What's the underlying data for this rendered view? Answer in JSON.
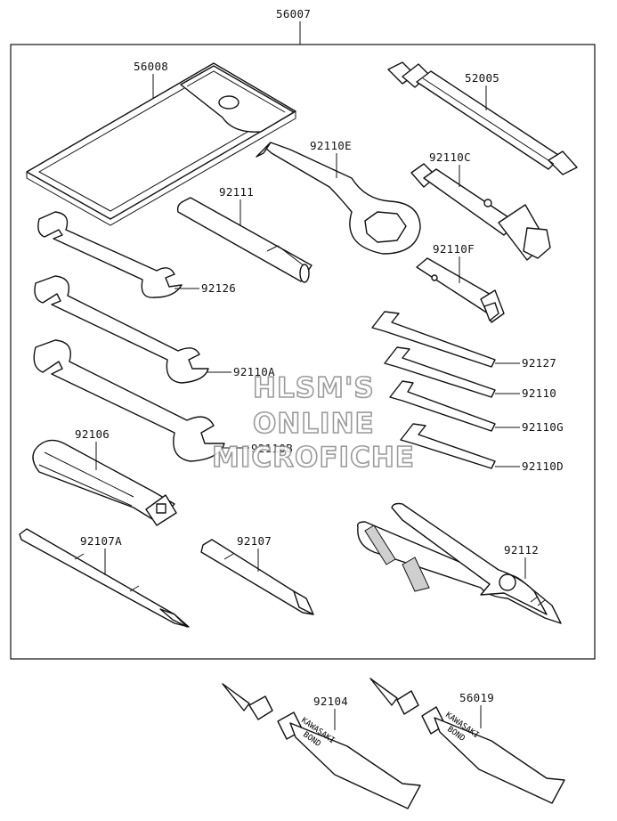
{
  "diagram": {
    "assembly_label": "56007",
    "labels": {
      "pouch": "56008",
      "spark_plug_wrench": "52005",
      "box_wrench": "92110E",
      "bar": "92111",
      "socket_wrench": "92110C",
      "open_wrench_small": "92126",
      "box_tube": "92110F",
      "open_wrench_mid": "92110A",
      "hex_key_1": "92127",
      "hex_key_2": "92110",
      "hex_key_3": "92110G",
      "hex_key_4": "92110D",
      "open_wrench_large": "92110B",
      "screwdriver_handle": "92106",
      "screwdriver_bit_double": "92107A",
      "screwdriver_bit": "92107",
      "pliers": "92112",
      "bond_tube_1": "92104",
      "bond_tube_2": "56019"
    },
    "tube_text": [
      "KAWASAKI",
      "BOND"
    ],
    "watermark": [
      "HLSM'S",
      "ONLINE",
      "MICROFICHE"
    ]
  }
}
